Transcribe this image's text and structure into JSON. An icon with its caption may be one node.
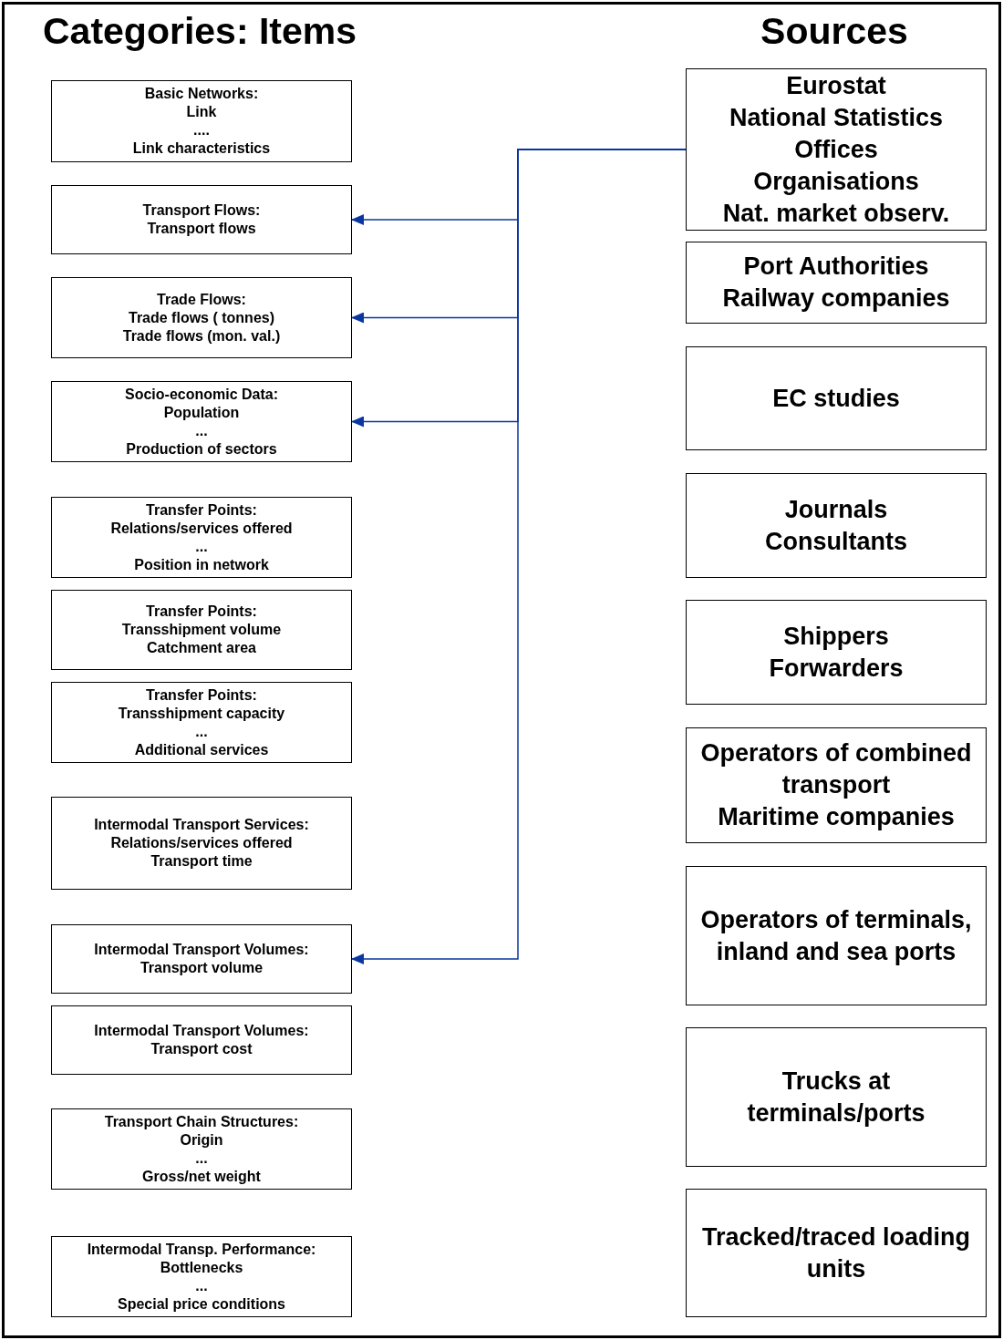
{
  "diagram": {
    "nodes": [
      {
        "text": [
          "Basic Networks:",
          "Link",
          "....",
          "Link characteristics"
        ]
      },
      {
        "text": [
          "Transport Flows:",
          "Transport flows"
        ]
      },
      {
        "text": [
          "Trade Flows:",
          "Trade flows ( tonnes)",
          "Trade flows (mon. val.)"
        ]
      },
      {
        "text": [
          "Socio-economic Data:",
          "Population",
          "...",
          "Production of sectors"
        ]
      },
      {
        "text": [
          "Transfer Points:",
          "Relations/services offered",
          "...",
          "Position in network"
        ]
      },
      {
        "text": [
          "Transfer Points:",
          "Transshipment volume",
          "Catchment area"
        ]
      },
      {
        "text": [
          "Transfer Points:",
          "Transshipment capacity",
          "...",
          "Additional services"
        ]
      },
      {
        "text": [
          "Intermodal Transport Services:",
          "Relations/services offered",
          "Transport time"
        ]
      },
      {
        "text": [
          "Intermodal Transport Volumes:",
          "Transport volume"
        ]
      },
      {
        "text": [
          "Intermodal Transport Volumes:",
          "Transport cost"
        ]
      },
      {
        "text": [
          "Transport Chain Structures:",
          "Origin",
          "...",
          "Gross/net weight"
        ]
      },
      {
        "text": [
          "Intermodal Transp. Performance:",
          "Bottlenecks",
          "...",
          "Special price conditions"
        ]
      },
      {
        "text": [
          "Eurostat",
          "National Statistics Offices",
          "Organisations",
          "Nat. market observ."
        ]
      },
      {
        "text": [
          "Port Authorities",
          "Railway companies"
        ]
      },
      {
        "text": [
          "EC studies"
        ]
      },
      {
        "text": [
          "Journals",
          "Consultants"
        ]
      },
      {
        "text": [
          "Shippers",
          "Forwarders"
        ]
      },
      {
        "text": [
          "Operators of combined transport",
          "Maritime companies"
        ]
      },
      {
        "text": [
          "Operators of terminals,",
          "inland and sea ports"
        ]
      },
      {
        "text": [
          "Trucks at terminals/ports"
        ]
      },
      {
        "text": [
          "Tracked/traced loading units"
        ]
      }
    ],
    "edges": [
      {
        "from": 12,
        "to": 1,
        "arrow": "to"
      },
      {
        "from": 12,
        "to": 2,
        "arrow": "to"
      },
      {
        "from": 12,
        "to": 3,
        "arrow": "to"
      },
      {
        "from": 12,
        "to": 8,
        "arrow": "to"
      }
    ],
    "labels": [
      "Categories: Items",
      "Sources"
    ]
  }
}
